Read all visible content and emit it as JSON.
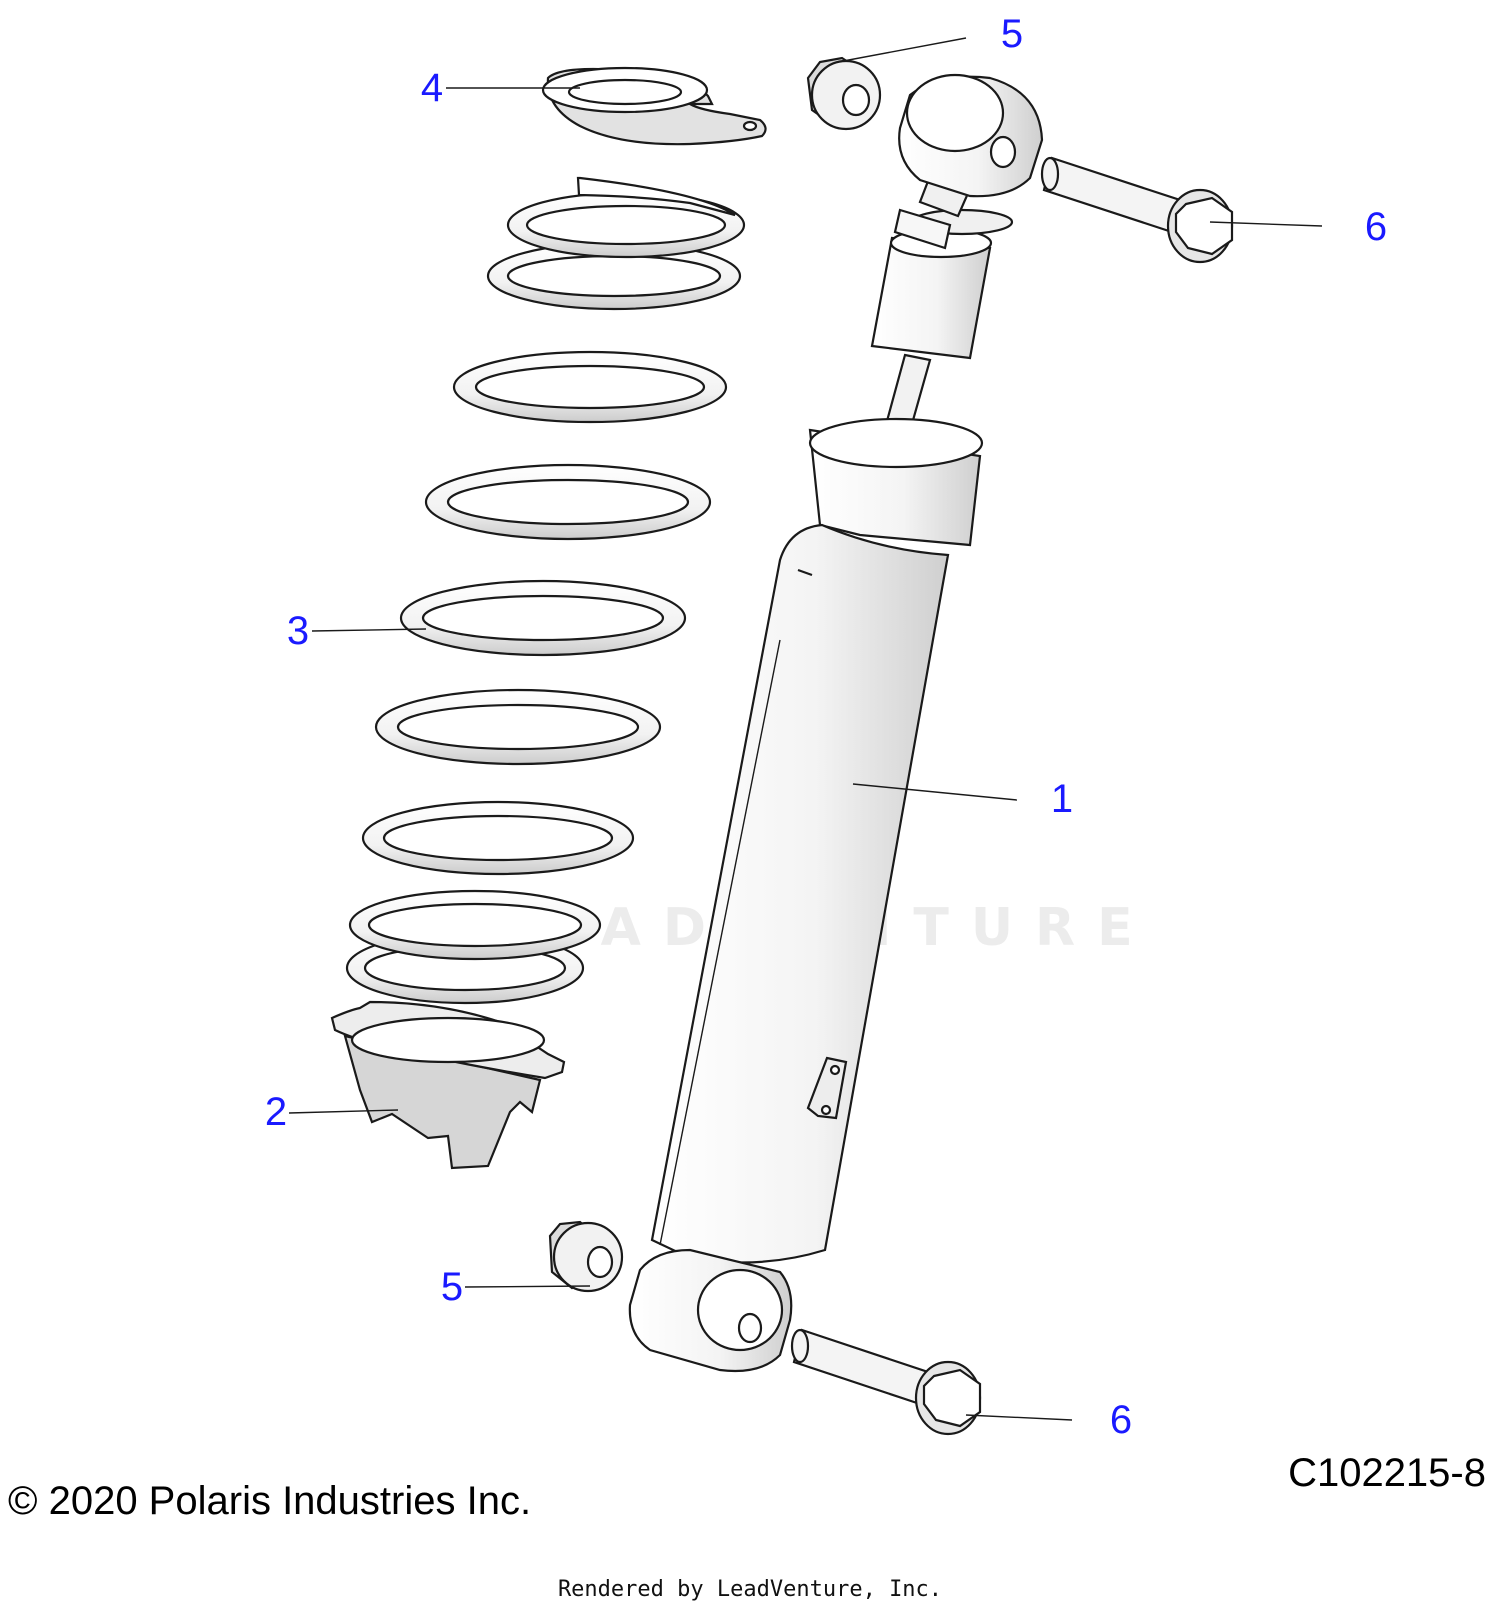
{
  "colors": {
    "callout": "#1a1aff",
    "part_fill": "#ffffff",
    "part_shade": "#d9d9d9",
    "outline": "#1a1a1a"
  },
  "callouts": [
    {
      "id": "c1",
      "label": "1"
    },
    {
      "id": "c2",
      "label": "2"
    },
    {
      "id": "c3",
      "label": "3"
    },
    {
      "id": "c4",
      "label": "4"
    },
    {
      "id": "c5-top",
      "label": "5"
    },
    {
      "id": "c5-bottom",
      "label": "5"
    },
    {
      "id": "c6-top",
      "label": "6"
    },
    {
      "id": "c6-bottom",
      "label": "6"
    }
  ],
  "footer": {
    "copyright": "© 2020 Polaris Industries Inc.",
    "diagram_code": "C102215-8",
    "render_credit": "Rendered by LeadVenture, Inc."
  },
  "watermark": {
    "text": "LEADVENTURE"
  }
}
